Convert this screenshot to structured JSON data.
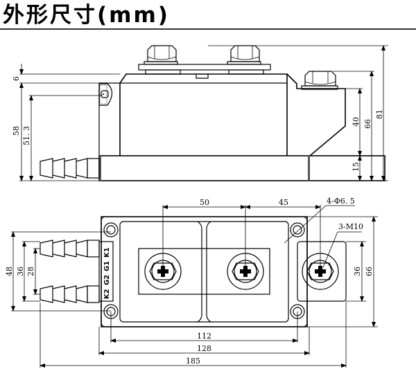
{
  "title": "外形尺寸(mm)",
  "side_view": {
    "dimensions": {
      "d6": "6",
      "d58": "58",
      "d51_3": "51. 3",
      "d40": "40",
      "d66": "66",
      "d81": "81",
      "d15": "15"
    }
  },
  "top_view": {
    "dimensions": {
      "d50": "50",
      "d45": "45",
      "hole_note": "4-Φ6. 5",
      "thread_note": "3-M10",
      "d36_right": "36",
      "d66_right": "66",
      "d48": "48",
      "d36_left": "36",
      "d28": "28",
      "d112": "112",
      "d128": "128",
      "d185": "185"
    },
    "terminal_labels": {
      "k1": "K1",
      "g1": "G1",
      "g2": "G2",
      "k2": "K2"
    }
  }
}
